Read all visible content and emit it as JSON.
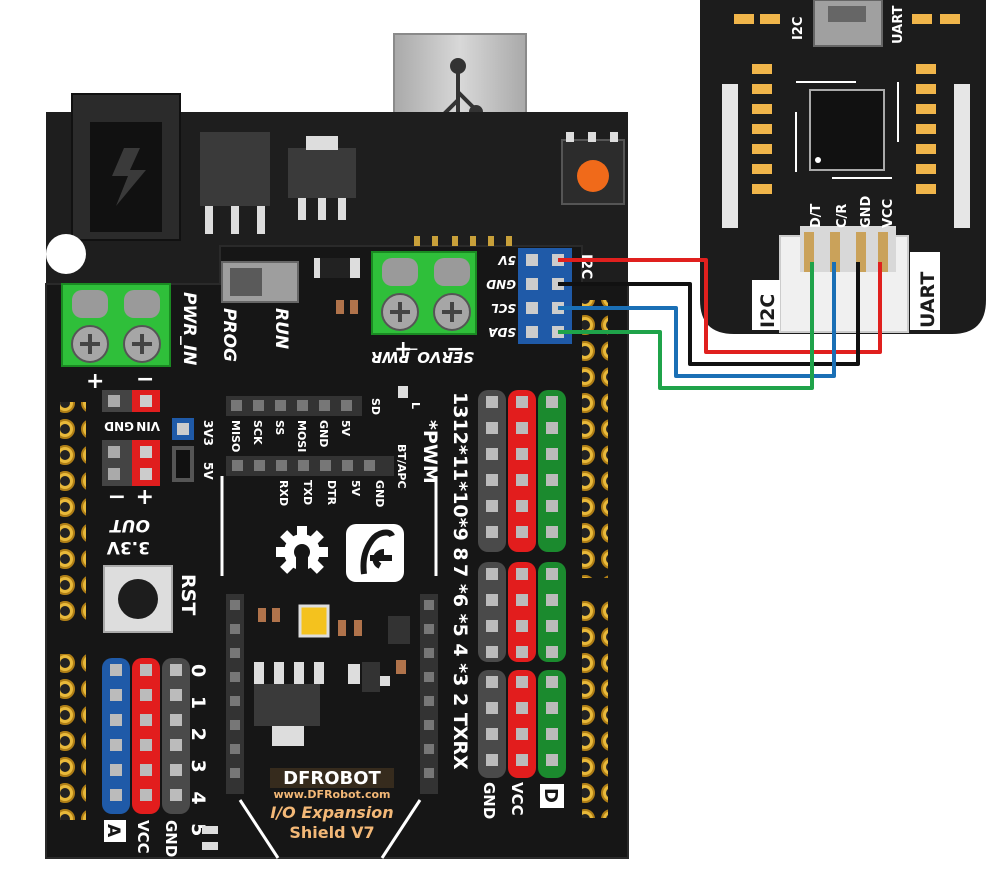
{
  "shield": {
    "brand": "DFROBOT",
    "url": "www.DFRobot.com",
    "name_line1": "I/O Expansion",
    "name_line2": "Shield V7",
    "labels": {
      "pwr_in": "PWR_IN",
      "prog": "PROG",
      "run": "RUN",
      "servo_pwr": "SERVO_PWR",
      "plus": "+",
      "minus": "−",
      "vin": "VIN",
      "gnd_small": "GND",
      "v33": "3V3",
      "v5": "5V",
      "v33_out": "3.3V",
      "out": "OUT",
      "rst": "RST",
      "pwm": "*PWM",
      "d_pins_1": "1312*11*10*9 8",
      "d_pins_2": "7 *6 *5 4 *3 2 TXRX",
      "a_pins": "0 1 2 3 4 5",
      "a_block": "A",
      "d_block": "D",
      "vcc": "VCC",
      "gnd": "GND",
      "sd": "SD",
      "l_led": "L",
      "btapc": "BT/APC"
    },
    "i2c_pins": [
      "5V",
      "GND",
      "SCL",
      "SDA"
    ],
    "i2c_header": "I2C",
    "spi_labels": [
      "MISO",
      "SCK",
      "SS",
      "MOSI",
      "GND",
      "5V"
    ],
    "bt_labels": [
      "RXD",
      "TXD",
      "DTR",
      "5V",
      "GND"
    ]
  },
  "module": {
    "top_left": "I2C",
    "top_right": "UART",
    "pins": [
      "D/T",
      "C/R",
      "GND",
      "VCC"
    ],
    "bottom_left": "I2C",
    "bottom_right": "UART"
  },
  "wire_colors": {
    "vcc": "#e0201e",
    "gnd": "#111111",
    "scl": "#1a6fb5",
    "sda": "#1fa34a"
  }
}
